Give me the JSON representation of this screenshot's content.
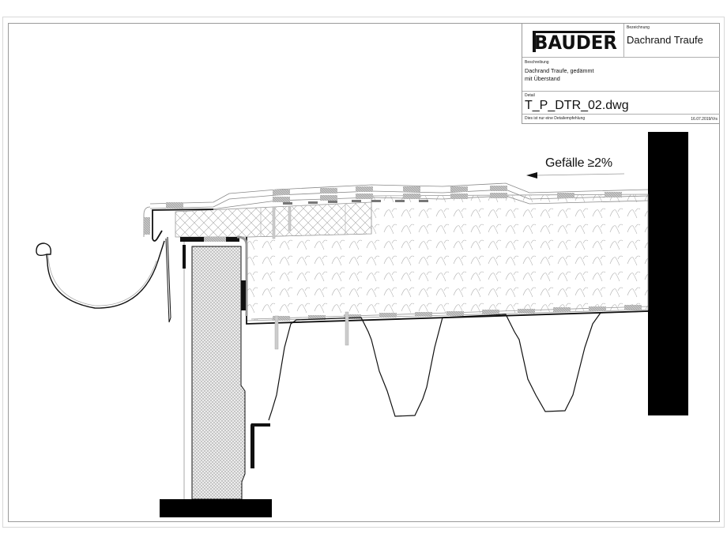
{
  "title_block": {
    "logo_text": "BAUDER",
    "bezeichnung_label": "Bezeichnung",
    "bezeichnung_value": "Dachrand Traufe",
    "beschreibung_label": "Beschreibung",
    "beschreibung_line1": "Dachrand Traufe, gedämmt",
    "beschreibung_line2": "mit Überstand",
    "detail_label": "Detail",
    "detail_value": "T_P_DTR_02.dwg",
    "footer_note": "Dies ist nur eine Detailempfehlung",
    "footer_date": "16.07.2019/Vrs"
  },
  "annotations": {
    "slope_label": "Gefälle ≥2%",
    "slope_arrow_direction": "left"
  },
  "drawing": {
    "components": [
      "rain-gutter",
      "drip-edge-flashing",
      "roof-membrane-layers",
      "insulation-wedge",
      "insulation-board",
      "trapezoidal-steel-deck",
      "timber-edge-beam",
      "steel-angle",
      "support-beam",
      "parapet-wall"
    ],
    "colors": {
      "line": "#111111",
      "hatch": "#9a9a9a",
      "fill_dark": "#000000",
      "frame": "#9a9a9a"
    }
  }
}
